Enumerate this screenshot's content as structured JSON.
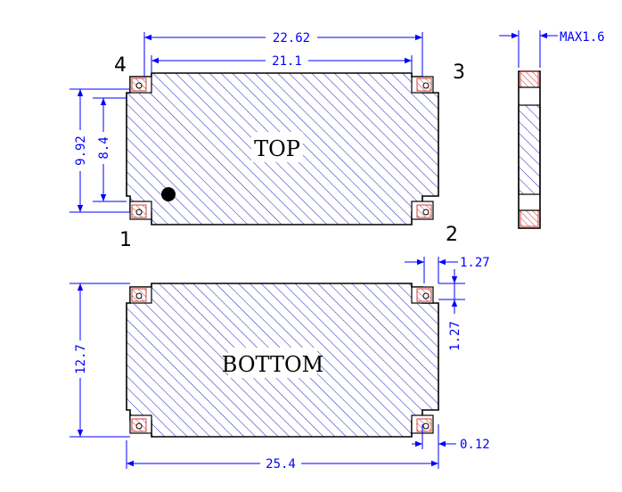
{
  "diagram": {
    "top_view": {
      "label": "TOP",
      "width_overall": "22.62",
      "width_inner": "21.1",
      "height_overall": "9.92",
      "height_inner": "8.4"
    },
    "bottom_view": {
      "label": "BOTTOM",
      "pitch_length": "25.4",
      "pitch_width": "12.7",
      "pad_width": "1.27",
      "pad_height": "1.27",
      "edge_offset": "0.12"
    },
    "side_view": {
      "max_thickness": "MAX1.6"
    },
    "pins": [
      "1",
      "2",
      "3",
      "4"
    ],
    "colors": {
      "outline": "#000000",
      "hatch": "#2d2dc8",
      "pad": "#d04040",
      "dimension": "#0000ff"
    }
  }
}
